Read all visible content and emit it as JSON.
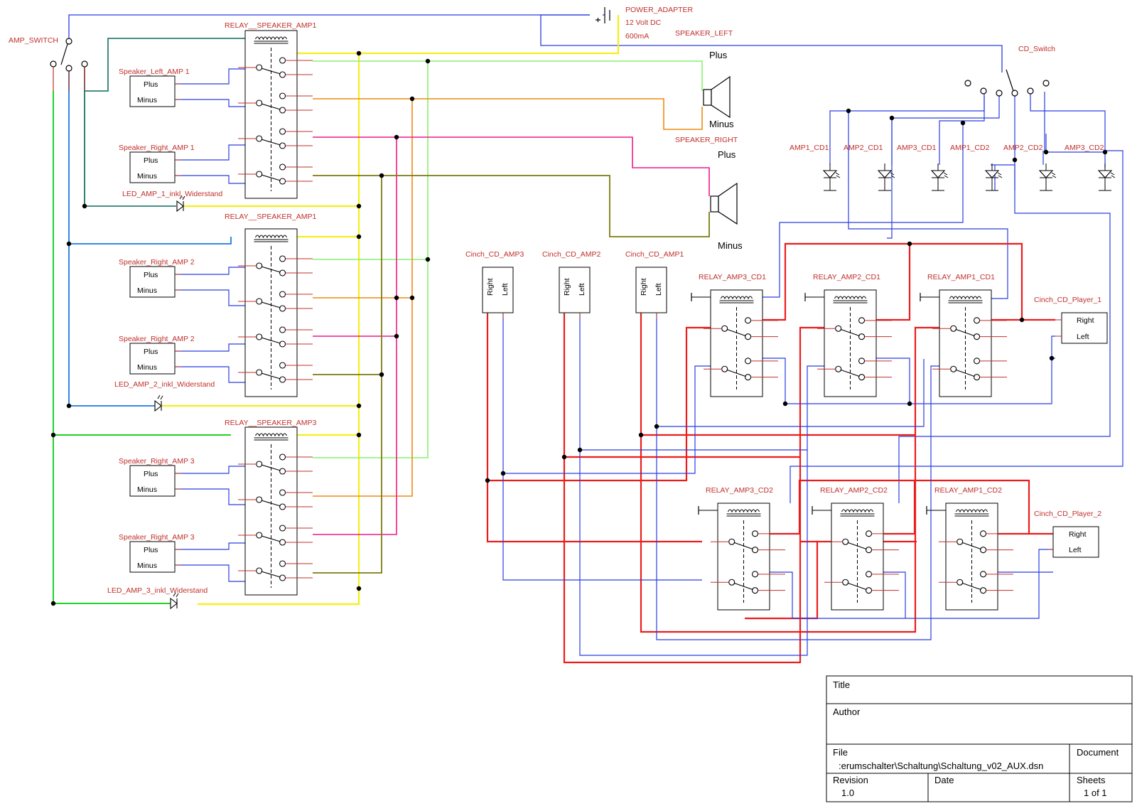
{
  "labels": {
    "amp_switch": "AMP_SWITCH",
    "power_adapter": "POWER_ADAPTER",
    "power_voltage": "12 Volt DC",
    "power_current": "600mA",
    "speaker_left": "SPEAKER_LEFT",
    "speaker_right": "SPEAKER_RIGHT",
    "plus": "Plus",
    "minus": "Minus",
    "cd_switch": "CD_Switch",
    "leds_cd": [
      "AMP1_CD1",
      "AMP2_CD1",
      "AMP3_CD1",
      "AMP1_CD2",
      "AMP2_CD2",
      "AMP3_CD2"
    ],
    "relays_speaker": [
      "RELAY__SPEAKER_AMP1",
      "RELAY__SPEAKER_AMP1",
      "RELAY__SPEAKER_AMP3"
    ],
    "speaker_inputs": [
      "Speaker_Left_AMP 1",
      "Speaker_Right_AMP 1",
      "Speaker_Right_AMP 2",
      "Speaker_Right_AMP 2",
      "Speaker_Right_AMP 3",
      "Speaker_Right_AMP 3"
    ],
    "pin_plus": "Plus",
    "pin_minus": "Minus",
    "leds_amp": [
      "LED_AMP_1_inkl_Widerstand",
      "LED_AMP_2_inkl_Widerstand",
      "LED_AMP_3_inkl_Widerstand"
    ],
    "cinch_amps": [
      "Cinch_CD_AMP3",
      "Cinch_CD_AMP2",
      "Cinch_CD_AMP1"
    ],
    "cinch_right": "Right",
    "cinch_left": "Left",
    "relays_cd1": [
      "RELAY_AMP3_CD1",
      "RELAY_AMP2_CD1",
      "RELAY_AMP1_CD1"
    ],
    "relays_cd2": [
      "RELAY_AMP3_CD2",
      "RELAY_AMP2_CD2",
      "RELAY_AMP1_CD2"
    ],
    "cinch_player_1": "Cinch_CD_Player_1",
    "cinch_player_2": "Cinch_CD_Player_2"
  },
  "title_block": {
    "title_label": "Title",
    "title_value": "",
    "author_label": "Author",
    "author_value": "",
    "file_label": "File",
    "file_value": ":erumschalter\\Schaltung\\Schaltung_v02_AUX.dsn",
    "document_label": "Document",
    "revision_label": "Revision",
    "revision_value": "1.0",
    "date_label": "Date",
    "date_value": "",
    "sheets_label": "Sheets",
    "sheets_value": "1 of 1"
  },
  "colors": {
    "blue": "#2a3de0",
    "green": "#22d12a",
    "lightgreen": "#88f070",
    "teal": "#2c7f73",
    "sky": "#1a7be0",
    "yellow": "#f5ee1a",
    "orange": "#ee8a14",
    "magenta": "#ee1a8c",
    "olive": "#7d7a10",
    "red": "#ec1c1c",
    "pin": "#c0302c"
  }
}
